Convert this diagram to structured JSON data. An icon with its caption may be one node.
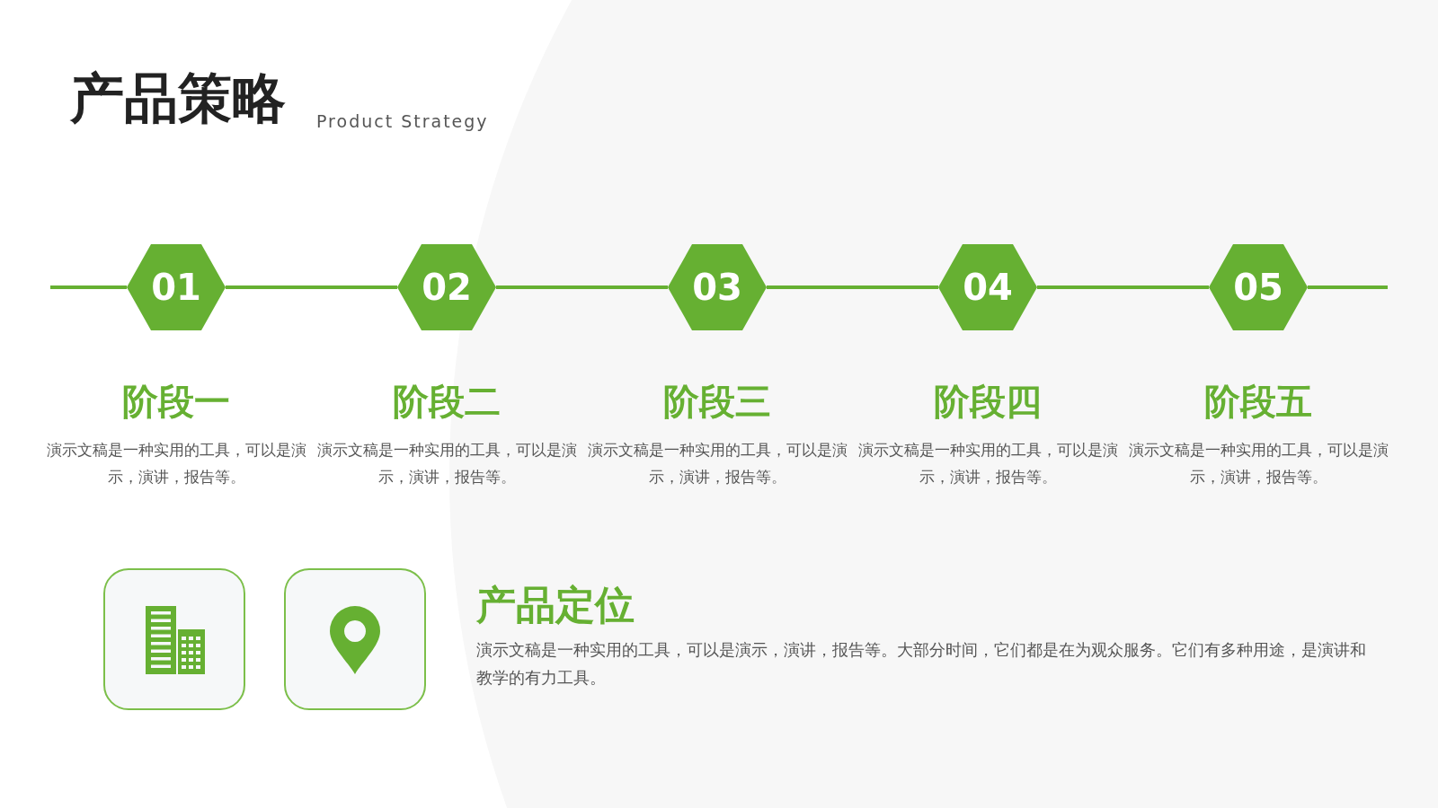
{
  "diagram": {
    "title": "产品策略",
    "nodes": [
      {
        "text": [
          "01"
        ],
        "beside": [
          "阶段一",
          "演示文稿是一种实用的工具，可以是演示，演讲，报告等。"
        ]
      },
      {
        "text": [
          "02"
        ],
        "beside": [
          "阶段二",
          "演示文稿是一种实用的工具，可以是演示，演讲，报告等。"
        ]
      },
      {
        "text": [
          "03"
        ],
        "beside": [
          "阶段三",
          "演示文稿是一种实用的工具，可以是演示，演讲，报告等。"
        ]
      },
      {
        "text": [
          "04"
        ],
        "beside": [
          "阶段四",
          "演示文稿是一种实用的工具，可以是演示，演讲，报告等。"
        ]
      },
      {
        "text": [
          "05"
        ],
        "beside": [
          "阶段五",
          "演示文稿是一种实用的工具，可以是演示，演讲，报告等。"
        ]
      }
    ],
    "edges": [
      {
        "from": 0,
        "to": 1,
        "arrow": "none"
      },
      {
        "from": 1,
        "to": 2,
        "arrow": "none"
      },
      {
        "from": 2,
        "to": 3,
        "arrow": "none"
      },
      {
        "from": 3,
        "to": 4,
        "arrow": "none"
      }
    ],
    "labels": [
      "Product Strategy",
      "产品定位",
      "演示文稿是一种实用的工具，可以是演示，演讲，报告等。大部分时间，它们都是在为观众服务。它们有多种用途，是演讲和教学的有力工具。"
    ]
  }
}
